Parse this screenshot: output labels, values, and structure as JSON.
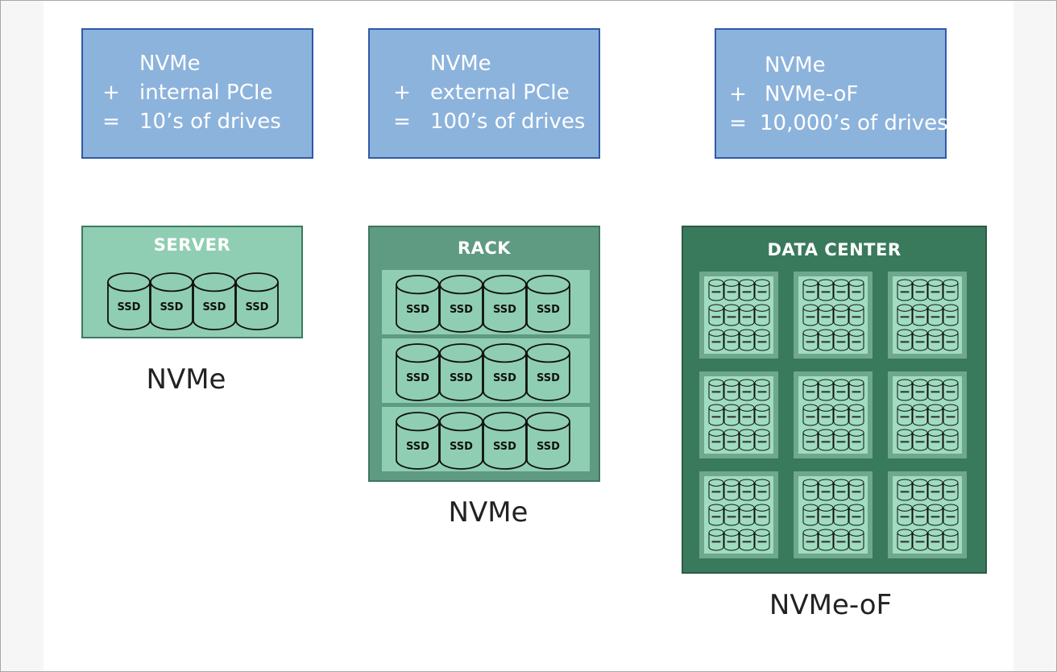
{
  "tiers": [
    {
      "id": "server",
      "box_lines": [
        {
          "op": "",
          "text": "NVMe"
        },
        {
          "op": "+",
          "text": "internal PCIe"
        },
        {
          "op": "=",
          "text": "10’s of drives"
        }
      ],
      "group_title": "SERVER",
      "drive_label": "SSD",
      "shelves": 1,
      "drives_per_shelf": 4,
      "caption": "NVMe"
    },
    {
      "id": "rack",
      "box_lines": [
        {
          "op": "",
          "text": "NVMe"
        },
        {
          "op": "+",
          "text": "external PCIe"
        },
        {
          "op": "=",
          "text": "100’s of drives"
        }
      ],
      "group_title": "RACK",
      "drive_label": "SSD",
      "shelves": 3,
      "drives_per_shelf": 4,
      "caption": "NVMe"
    },
    {
      "id": "data-center",
      "box_lines": [
        {
          "op": "",
          "text": "NVMe"
        },
        {
          "op": "+",
          "text": "NVMe-oF"
        },
        {
          "op": "=",
          "text": "10,000’s of drives"
        }
      ],
      "group_title": "DATA CENTER",
      "racks": 9,
      "rack_grid": [
        3,
        3
      ],
      "shelves_per_rack": 3,
      "drives_per_shelf": 4,
      "caption": "NVMe-oF"
    }
  ],
  "colors": {
    "box_fill": "#8cb3dc",
    "box_border": "#2f5aa8",
    "server_fill": "#8fceb2",
    "rack_fill": "#5f9a82",
    "datacenter_fill": "#3a7a5c"
  }
}
